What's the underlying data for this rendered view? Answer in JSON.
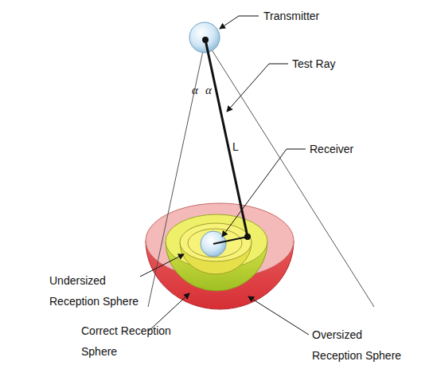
{
  "diagram": {
    "labels": [
      "Transmitter",
      "Test Ray",
      "L",
      "Receiver",
      "α",
      "α",
      "Undersized Reception Sphere",
      "Correct Reception Sphere",
      "Oversized Reception Sphere"
    ]
  }
}
